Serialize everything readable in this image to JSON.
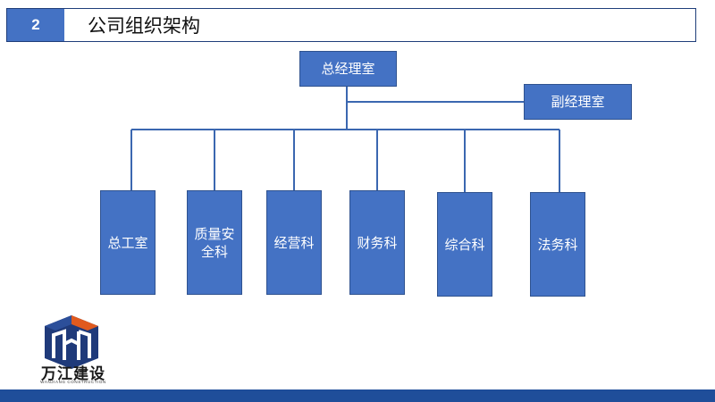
{
  "header": {
    "number": "2",
    "title": "公司组织架构"
  },
  "org": {
    "root": "总经理室",
    "deputy": "副经理室",
    "departments": [
      "总工室",
      "质量安全科",
      "经营科",
      "财务科",
      "综合科",
      "法务科"
    ]
  },
  "logo": {
    "name_cn": "万江建设",
    "name_en": "WANJIANG CONSTRUCTION"
  },
  "colors": {
    "box_fill": "#4472c4",
    "line": "#3b67b0",
    "bottom_bar": "#1f4e9a",
    "logo_navy": "#1f3a7a",
    "logo_orange": "#e05a1e"
  }
}
